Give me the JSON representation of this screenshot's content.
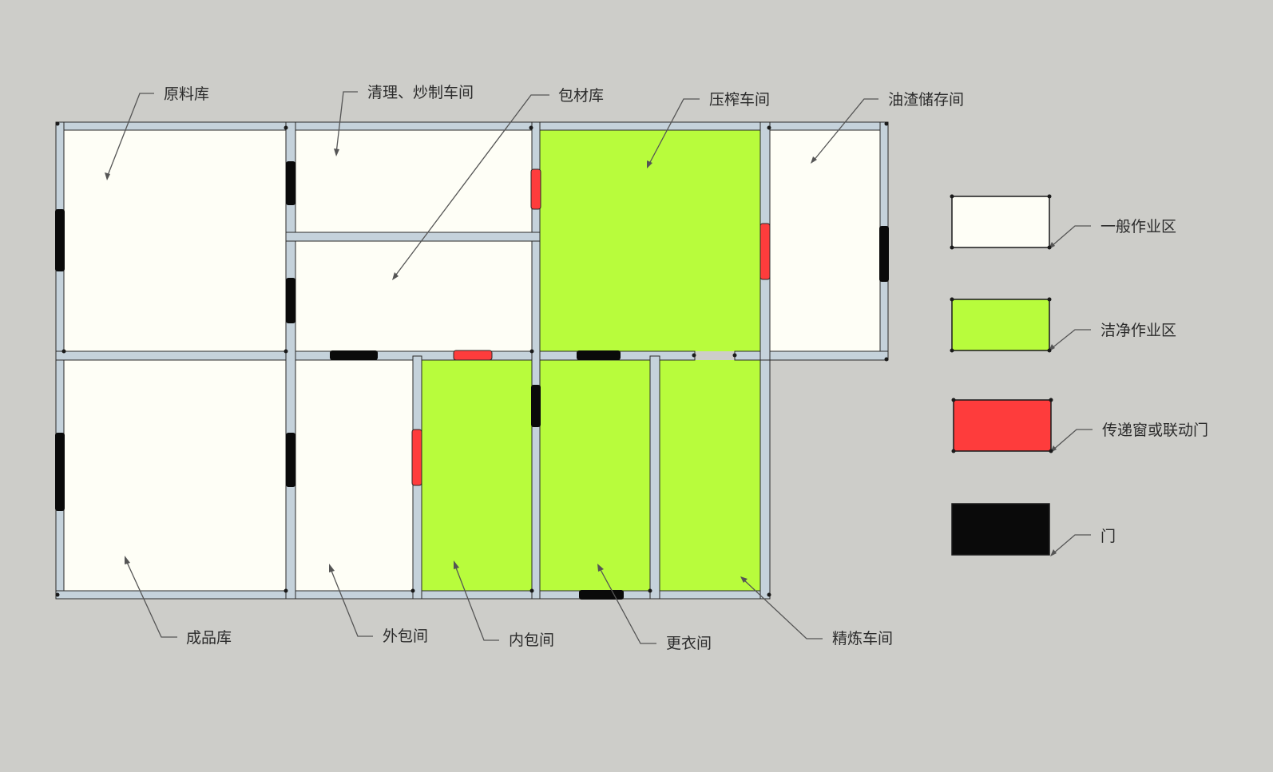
{
  "colors": {
    "background": "#cdcdc9",
    "general_zone": "#fefef6",
    "clean_zone": "#b8fc3c",
    "pass_window": "#fe3c3c",
    "door": "#0a0a0a",
    "wall": "#c5d2db"
  },
  "rooms": {
    "raw_material": "原料库",
    "cleaning_roasting": "清理、炒制车间",
    "packaging_material": "包材库",
    "pressing": "压榨车间",
    "oil_residue": "油渣储存间",
    "finished_product": "成品库",
    "outer_packing": "外包间",
    "inner_packing": "内包间",
    "changing_room": "更衣间",
    "refining": "精炼车间"
  },
  "legend": {
    "general_zone": "一般作业区",
    "clean_zone": "洁净作业区",
    "pass_window": "传递窗或联动门",
    "door": "门"
  }
}
